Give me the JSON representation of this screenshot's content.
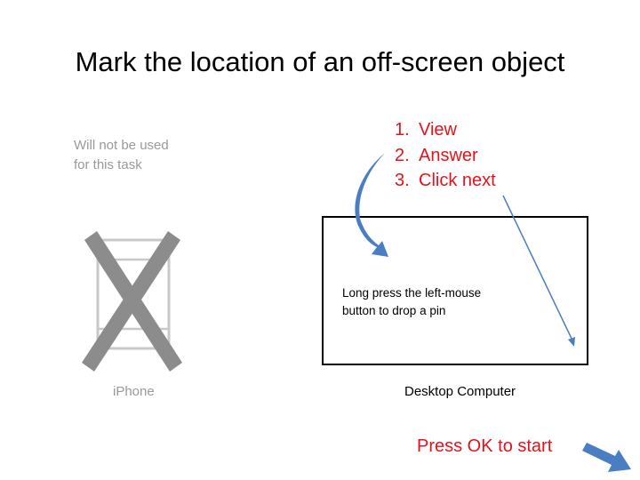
{
  "title": "Mark the location of an off-screen object",
  "note": {
    "line1": "Will not be used",
    "line2": "for this task"
  },
  "steps": [
    {
      "num": "1.",
      "label": "View"
    },
    {
      "num": "2.",
      "label": "Answer"
    },
    {
      "num": "3.",
      "label": "Click next"
    }
  ],
  "desktop": {
    "instruction_line1": "Long press the left-mouse",
    "instruction_line2": "button to drop a pin",
    "label": "Desktop Computer"
  },
  "iphone": {
    "label": "iPhone"
  },
  "start": {
    "text": "Press OK to start"
  },
  "icons": {
    "curved_arrow": "curved-arrow-icon",
    "pointer_arrow": "thin-arrow-icon",
    "next_arrow": "arrow-down-right-icon",
    "phone": "phone-outline-icon",
    "cross": "x-mark-icon"
  },
  "colors": {
    "accent_red": "#e8111a",
    "arrow_blue": "#4a7ec2",
    "muted_gray": "#999999",
    "cross_gray": "#8c8c8c"
  }
}
